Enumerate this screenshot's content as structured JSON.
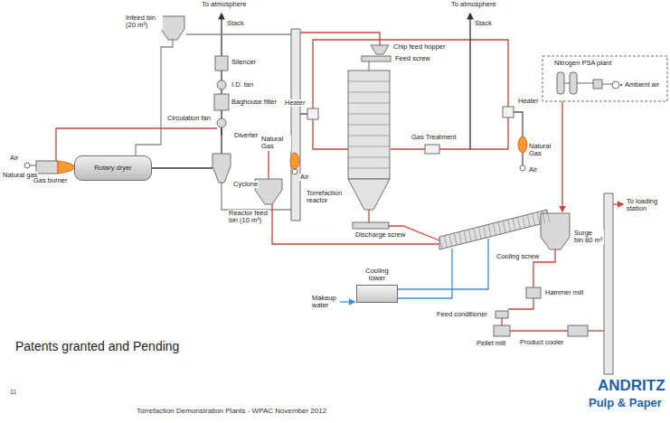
{
  "diagram": {
    "nodes": [
      {
        "text": [
          "Rotary dryer"
        ]
      },
      {
        "text": [
          "Cooling tower"
        ]
      }
    ],
    "labels": [
      "Infeed bin (20 m³)",
      "To atmosphere",
      "Stack",
      "Silencer",
      "I.D. fan",
      "Baghouse filter",
      "Circulation fan",
      "Air",
      "Natural gas",
      "Gas burner",
      "Cyclone",
      "Diverter",
      "Reactor feed bin (10 m³)",
      "Chip feed hopper",
      "Feed screw",
      "Heater",
      "Natural Gas",
      "Air",
      "Torrefaction reactor",
      "Gas Treatment",
      "Heater",
      "Natural Gas",
      "Air",
      "To atmosphere",
      "Stack",
      "Nitrogen PSA plant",
      "Ambient air",
      "Discharge screw",
      "Cooling screw",
      "Surge bin 80 m³",
      "To loading station",
      "Makeup water",
      "Hammer mill",
      "Feed conditioner",
      "Pellet mill",
      "Product cooler",
      "Patents granted and Pending",
      "11",
      "Torrefaction Demonstration Plants - WPAC November 2012",
      "ANDRITZ",
      "Pulp & Paper"
    ]
  }
}
